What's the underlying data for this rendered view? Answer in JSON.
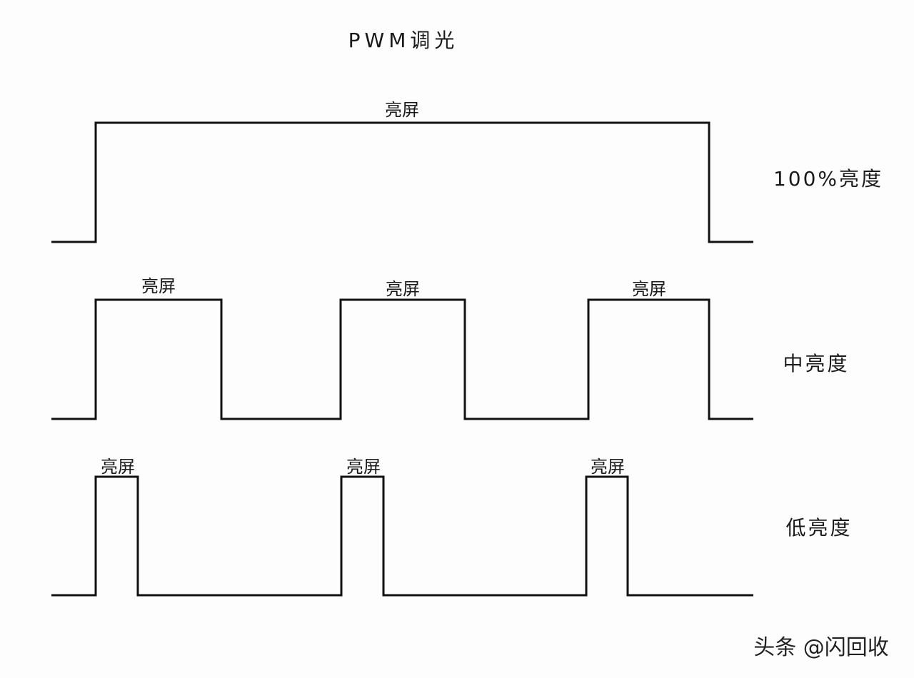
{
  "title": "PWM调光",
  "on_label": "亮屏",
  "rows": [
    {
      "level_label": "100%亮度",
      "duty_cycle": 1.0,
      "pulses": 1
    },
    {
      "level_label": "中亮度",
      "duty_cycle": 0.5,
      "pulses": 3
    },
    {
      "level_label": "低亮度",
      "duty_cycle": 0.17,
      "pulses": 3
    }
  ],
  "watermark": "头条 @闪回收"
}
